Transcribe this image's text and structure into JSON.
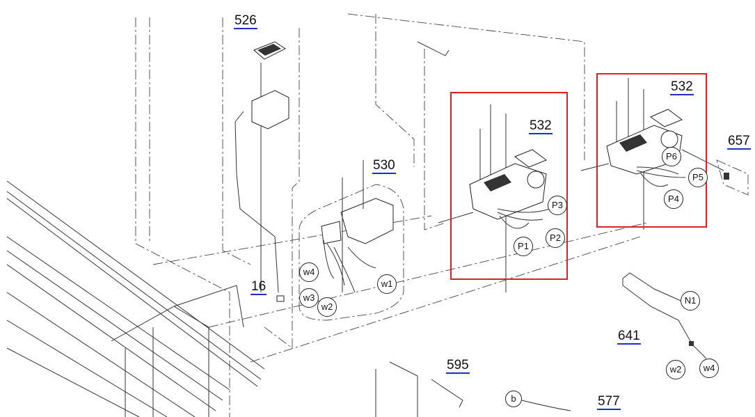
{
  "diagram": {
    "highlight_color": "#e02020",
    "link_color": "#1f2fbf",
    "part_numbers": {
      "p526": "526",
      "p530": "530",
      "p532a": "532",
      "p532b": "532",
      "p16": "16",
      "p657": "657",
      "p641": "641",
      "p595": "595",
      "p577": "577"
    },
    "callouts": {
      "w1": "w1",
      "w2": "w2",
      "w3": "w3",
      "w4": "w4",
      "p1": "P1",
      "p2": "P2",
      "p3": "P3",
      "p4": "P4",
      "p5": "P5",
      "p6": "P6",
      "n1": "N1",
      "w2b": "w2",
      "w4b": "w4",
      "b": "b"
    }
  }
}
